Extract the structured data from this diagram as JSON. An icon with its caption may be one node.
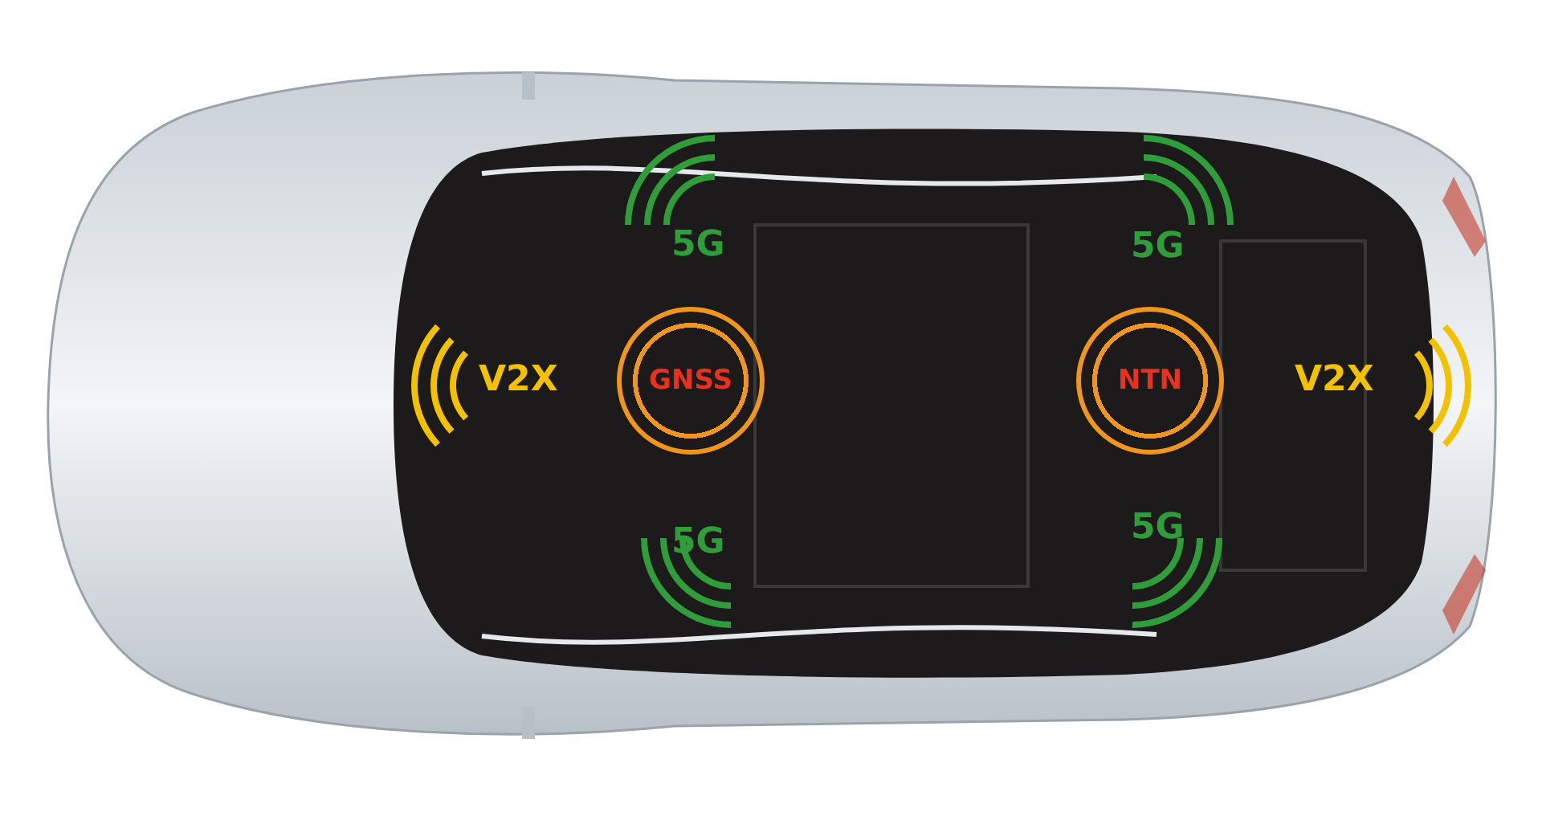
{
  "diagram": {
    "nodes": [
      {
        "text": [
          "GNSS"
        ]
      },
      {
        "text": [
          "NTN"
        ]
      }
    ],
    "labels": [
      "5G",
      "5G",
      "V2X",
      "V2X",
      "5G",
      "5G"
    ]
  }
}
